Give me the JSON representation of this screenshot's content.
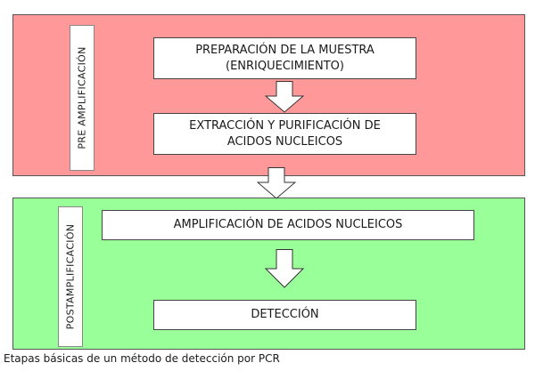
{
  "diagram": {
    "pre_label": "PRE AMPLIFICACIÓN",
    "post_label": "POSTAMPLIFICACIÓN",
    "steps": [
      "PREPARACIÓN DE LA MUESTRA\n(ENRIQUECIMIENTO)",
      "EXTRACCIÓN Y PURIFICACIÓN DE\nACIDOS NUCLEICOS",
      "AMPLIFICACIÓN DE ACIDOS NUCLEICOS",
      "DETECCIÓN"
    ],
    "caption": "Etapas básicas de un método de detección por PCR"
  },
  "colors": {
    "pre_panel": "#ff9999",
    "post_panel": "#99ff99"
  }
}
